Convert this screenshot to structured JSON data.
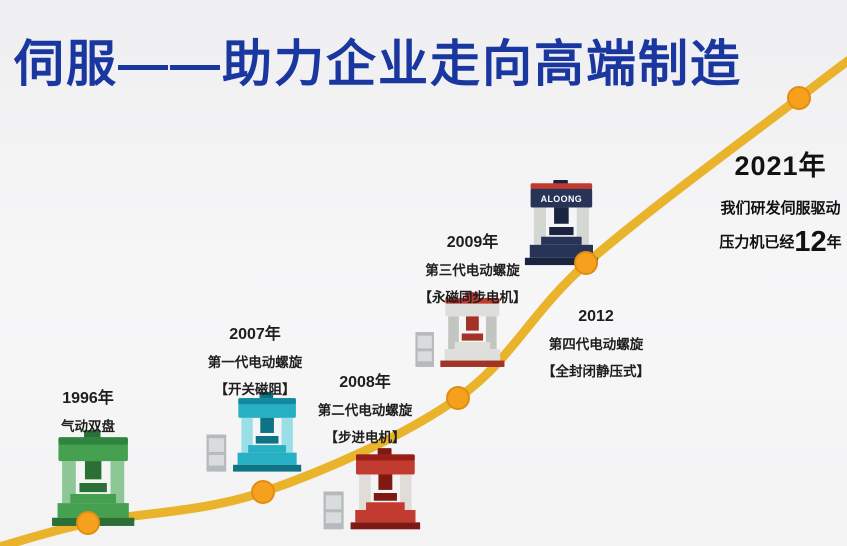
{
  "page": {
    "title": "伺服——助力企业走向高端制造",
    "colors": {
      "title_blue": "#1a37a0",
      "curve_yellow": "#e9b32b",
      "dot_orange": "#f6a01e",
      "background": "#f4f4f5"
    }
  },
  "milestones": [
    {
      "year": "1996年",
      "lines": [
        "气动双盘"
      ]
    },
    {
      "year": "2007年",
      "lines": [
        "第一代电动螺旋",
        "【开关磁阻】"
      ]
    },
    {
      "year": "2008年",
      "lines": [
        "第二代电动螺旋",
        "【步进电机】"
      ]
    },
    {
      "year": "2009年",
      "lines": [
        "第三代电动螺旋",
        "【永磁同步电机】"
      ]
    },
    {
      "year": "2012",
      "lines": [
        "第四代电动螺旋",
        "【全封闭静压式】"
      ]
    },
    {
      "year": "2021年",
      "line1": "我们研发伺服驱动",
      "line2_prefix": "压力机已经",
      "line2_number": "12",
      "line2_suffix": "年"
    }
  ],
  "machines": [
    {
      "name": "pneumatic-double-disc-press",
      "color": "#45a050"
    },
    {
      "name": "first-gen-electric-screw-press",
      "color": "#27afc4"
    },
    {
      "name": "second-gen-electric-screw-press",
      "color": "#c23b31"
    },
    {
      "name": "third-gen-electric-screw-press",
      "color": "#dedfda"
    },
    {
      "name": "fourth-gen-electric-screw-press",
      "color": "#273457",
      "brand": "ALOONG"
    }
  ]
}
